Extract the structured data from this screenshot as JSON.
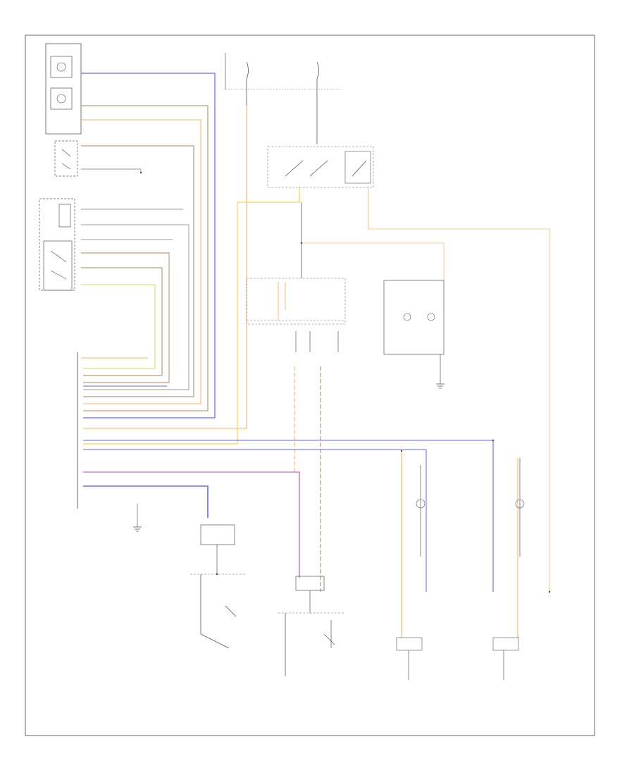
{
  "diagram": {
    "footer_id": "",
    "wire_colors": {
      "blue": "#6666ff",
      "orange": "#ffb066",
      "brown": "#a8835a",
      "yellow_green": "#c8e060",
      "purple": "#bb44bb",
      "gray": "#999999",
      "black": "#444444",
      "light_orange": "#ffc890",
      "yellow_orange": "#ffc830"
    },
    "components": [
      {
        "id": "mirror-switch"
      },
      {
        "id": "hazard-flasher"
      },
      {
        "id": "multifunction-switch"
      },
      {
        "id": "generic-module"
      },
      {
        "id": "hot-fuse-left"
      },
      {
        "id": "hot-fuse-right"
      },
      {
        "id": "relay-main"
      },
      {
        "id": "lamp-left-front"
      },
      {
        "id": "lamp-right-front"
      },
      {
        "id": "connector-c1"
      },
      {
        "id": "connector-c2"
      },
      {
        "id": "ground-g1"
      },
      {
        "id": "ground-g2"
      }
    ]
  }
}
